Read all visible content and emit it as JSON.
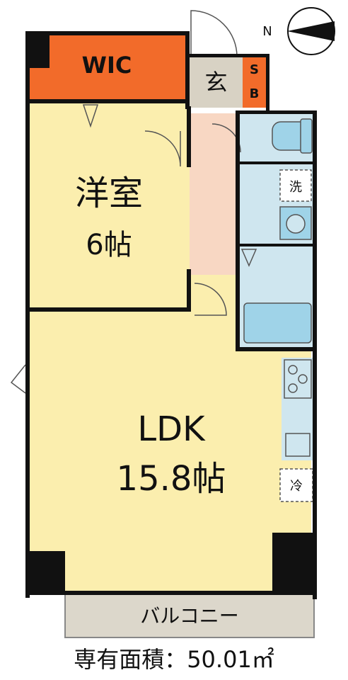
{
  "north_label": "N",
  "rooms": {
    "wic": "WIC",
    "entrance": "玄",
    "shoebox_top": "S",
    "shoebox_bottom": "B",
    "western_name": "洋室",
    "western_size": "6帖",
    "ldk_name": "LDK",
    "ldk_size": "15.8帖",
    "washer": "洗",
    "fridge": "冷",
    "balcony": "バルコニー"
  },
  "area_text": "専有面積：50.01㎡",
  "colors": {
    "wall": "#111111",
    "wic": "#f26b2a",
    "room": "#fbeeae",
    "corridor": "#f8d7c3",
    "wet": "#cfe6ef",
    "fixture": "#9fd3e8",
    "balcony": "#dcd7cb",
    "entrance": "#d8d2c4"
  }
}
